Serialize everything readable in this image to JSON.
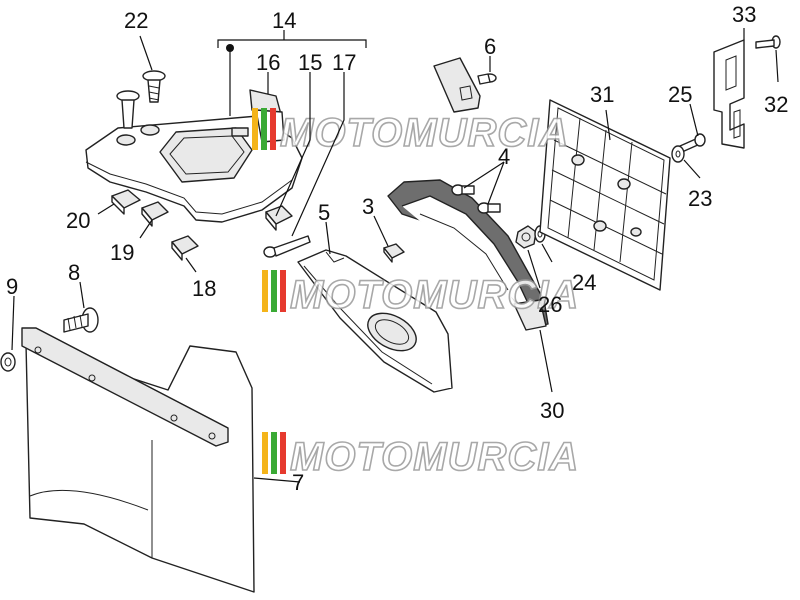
{
  "diagram": {
    "callouts": {
      "c22": "22",
      "c14": "14",
      "c16": "16",
      "c15": "15",
      "c17": "17",
      "c6": "6",
      "c33": "33",
      "c31": "31",
      "c25": "25",
      "c32": "32",
      "c4": "4",
      "c23": "23",
      "c20": "20",
      "c19": "19",
      "c18": "18",
      "c5": "5",
      "c3": "3",
      "c24": "24",
      "c26": "26",
      "c9": "9",
      "c8": "8",
      "c30": "30",
      "c7": "7"
    },
    "watermark": "MOTOMURCIA",
    "watermark_colors": [
      "#f4b41a",
      "#3aaa35",
      "#e63a2e"
    ]
  }
}
